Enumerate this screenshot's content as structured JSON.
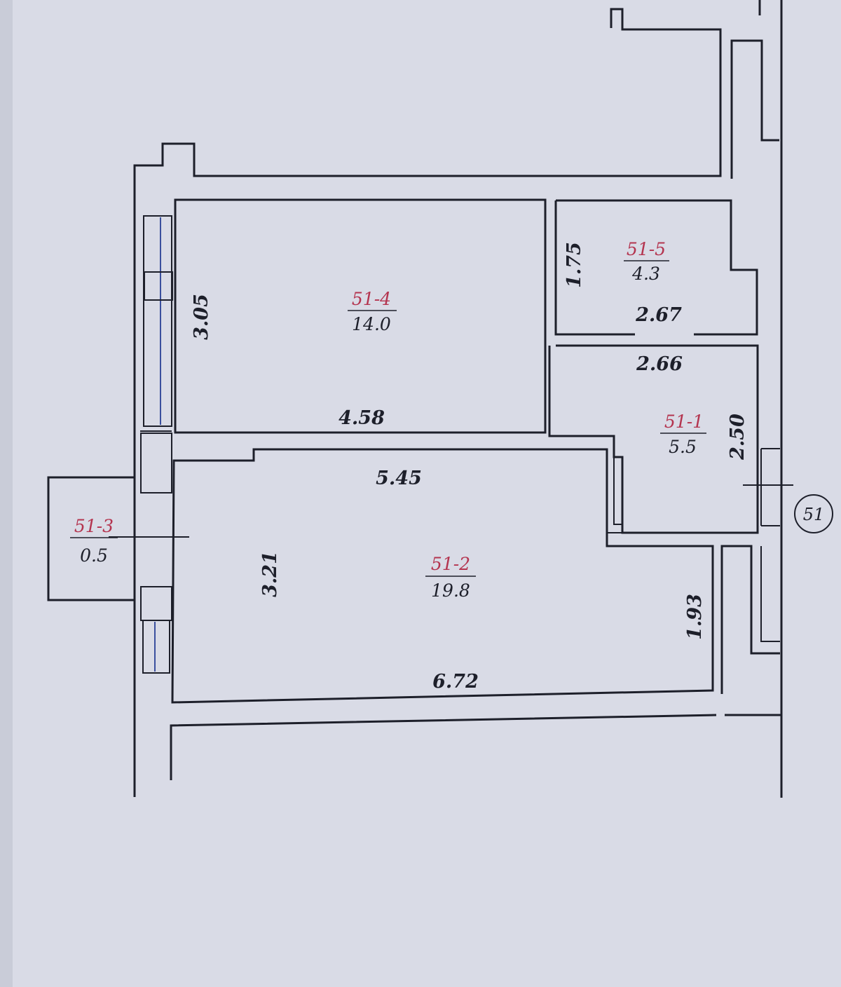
{
  "plan": {
    "apartment_marker": "51",
    "rooms": [
      {
        "id": "51-4",
        "area": "14.0"
      },
      {
        "id": "51-5",
        "area": "4.3"
      },
      {
        "id": "51-1",
        "area": "5.5"
      },
      {
        "id": "51-2",
        "area": "19.8"
      },
      {
        "id": "51-3",
        "area": "0.5"
      }
    ],
    "dimensions": {
      "r514_height": "3.05",
      "r514_width": "4.58",
      "r515_height": "1.75",
      "r515_width": "2.67",
      "r511_width": "2.66",
      "r511_height": "2.50",
      "r512_top": "5.45",
      "r512_left": "3.21",
      "r512_right": "1.93",
      "r512_bottom": "6.72"
    }
  },
  "colors": {
    "paper": "#d9dbe6",
    "wall": "#1d1f2a",
    "room_id": "#b4344f",
    "window_glass": "#3a4f9e"
  }
}
